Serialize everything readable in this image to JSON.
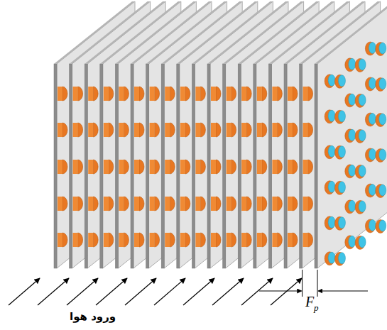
{
  "diagram": {
    "labels": [
      "F",
      "p",
      "ورود هوا"
    ]
  }
}
